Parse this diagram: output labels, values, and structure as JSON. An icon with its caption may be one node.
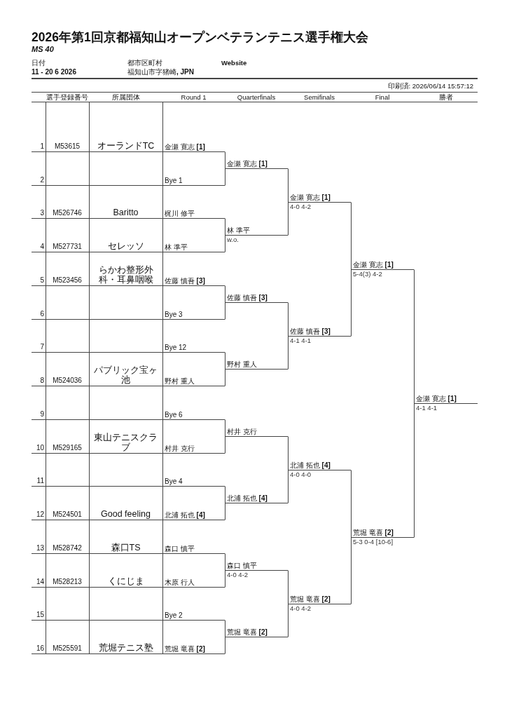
{
  "diagram": {
    "title": "2026年第1回京都福知山オープンベテランテニス選手権大会",
    "nodes": [
      {
        "text": [
          "金瀬 寛志 **[1]**"
        ]
      },
      {
        "text": [
          "Bye 1"
        ]
      },
      {
        "text": [
          "梶川 修平"
        ]
      },
      {
        "text": [
          "林 準平"
        ]
      },
      {
        "text": [
          "佐藤 慎吾 **[3]**"
        ]
      },
      {
        "text": [
          "Bye 3"
        ]
      },
      {
        "text": [
          "Bye 12"
        ]
      },
      {
        "text": [
          "野村 重人"
        ]
      },
      {
        "text": [
          "Bye 6"
        ]
      },
      {
        "text": [
          "村井 克行"
        ]
      },
      {
        "text": [
          "Bye 4"
        ]
      },
      {
        "text": [
          "北浦 拓也 **[4]**"
        ]
      },
      {
        "text": [
          "森口 慎平"
        ]
      },
      {
        "text": [
          "木原 行人"
        ]
      },
      {
        "text": [
          "Bye 2"
        ]
      },
      {
        "text": [
          "荒堀 竜喜 **[2]**"
        ]
      },
      {
        "text": [
          "金瀬 寛志 **[1]**"
        ]
      },
      {
        "text": [
          "林 準平",
          "w.o."
        ]
      },
      {
        "text": [
          "佐藤 慎吾 **[3]**"
        ]
      },
      {
        "text": [
          "野村 重人"
        ]
      },
      {
        "text": [
          "村井 克行"
        ]
      },
      {
        "text": [
          "北浦 拓也 **[4]**"
        ]
      },
      {
        "text": [
          "森口 慎平",
          "4-0 4-2"
        ]
      },
      {
        "text": [
          "荒堀 竜喜 **[2]**"
        ]
      },
      {
        "text": [
          "金瀬 寛志 **[1]**",
          "4-0 4-2"
        ]
      },
      {
        "text": [
          "佐藤 慎吾 **[3]**",
          "4-1 4-1"
        ]
      },
      {
        "text": [
          "北浦 拓也 **[4]**",
          "4-0 4-0"
        ]
      },
      {
        "text": [
          "荒堀 竜喜 **[2]**",
          "4-0 4-2"
        ]
      },
      {
        "text": [
          "金瀬 寛志 **[1]**",
          "5-4(3) 4-2"
        ]
      },
      {
        "text": [
          "荒堀 竜喜 **[2]**",
          "5-3 0-4 [10-6]"
        ]
      },
      {
        "text": [
          "金瀬 寛志 **[1]**",
          "4-1 4-1"
        ]
      }
    ],
    "edges": [
      {
        "from": 0,
        "to": 16,
        "arrow": "none"
      },
      {
        "from": 1,
        "to": 16,
        "arrow": "none"
      },
      {
        "from": 2,
        "to": 17,
        "arrow": "none"
      },
      {
        "from": 3,
        "to": 17,
        "arrow": "none"
      },
      {
        "from": 4,
        "to": 18,
        "arrow": "none"
      },
      {
        "from": 5,
        "to": 18,
        "arrow": "none"
      },
      {
        "from": 6,
        "to": 19,
        "arrow": "none"
      },
      {
        "from": 7,
        "to": 19,
        "arrow": "none"
      },
      {
        "from": 8,
        "to": 20,
        "arrow": "none"
      },
      {
        "from": 9,
        "to": 20,
        "arrow": "none"
      },
      {
        "from": 10,
        "to": 21,
        "arrow": "none"
      },
      {
        "from": 11,
        "to": 21,
        "arrow": "none"
      },
      {
        "from": 12,
        "to": 22,
        "arrow": "none"
      },
      {
        "from": 13,
        "to": 22,
        "arrow": "none"
      },
      {
        "from": 14,
        "to": 23,
        "arrow": "none"
      },
      {
        "from": 15,
        "to": 23,
        "arrow": "none"
      },
      {
        "from": 16,
        "to": 24,
        "arrow": "none"
      },
      {
        "from": 17,
        "to": 24,
        "arrow": "none"
      },
      {
        "from": 18,
        "to": 25,
        "arrow": "none"
      },
      {
        "from": 19,
        "to": 25,
        "arrow": "none"
      },
      {
        "from": 20,
        "to": 26,
        "arrow": "none"
      },
      {
        "from": 21,
        "to": 26,
        "arrow": "none"
      },
      {
        "from": 22,
        "to": 27,
        "arrow": "none"
      },
      {
        "from": 23,
        "to": 27,
        "arrow": "none"
      },
      {
        "from": 24,
        "to": 28,
        "arrow": "none"
      },
      {
        "from": 25,
        "to": 28,
        "arrow": "none"
      },
      {
        "from": 26,
        "to": 29,
        "arrow": "none"
      },
      {
        "from": 27,
        "to": 29,
        "arrow": "none"
      },
      {
        "from": 28,
        "to": 30,
        "arrow": "none"
      },
      {
        "from": 29,
        "to": 30,
        "arrow": "none"
      }
    ],
    "labels": [
      "MS 40",
      "日付",
      "都市区町村",
      "Website",
      "11 - 20 6 2026",
      "福知山市字猪崎**, JPN**",
      "印刷済: 2026/06/14 15:57:12",
      "選手登録番号",
      "所属団体",
      "Round 1",
      "Quarterfinals",
      "Semifinals",
      "Final",
      "勝者",
      "1",
      "M53615",
      "オーランドTC",
      "2",
      "3",
      "M526746",
      "Baritto",
      "4",
      "M527731",
      "セレッソ",
      "5",
      "M523456",
      "らかわ整形外科・耳鼻咽喉",
      "6",
      "7",
      "8",
      "M524036",
      "パブリック宝ヶ池",
      "9",
      "10",
      "M529165",
      "東山テニスクラブ",
      "11",
      "12",
      "M524501",
      "Good feeling",
      "13",
      "M528742",
      "森口TS",
      "14",
      "M528213",
      "くにじま",
      "15",
      "16",
      "M525591",
      "荒堀テニス塾"
    ]
  }
}
